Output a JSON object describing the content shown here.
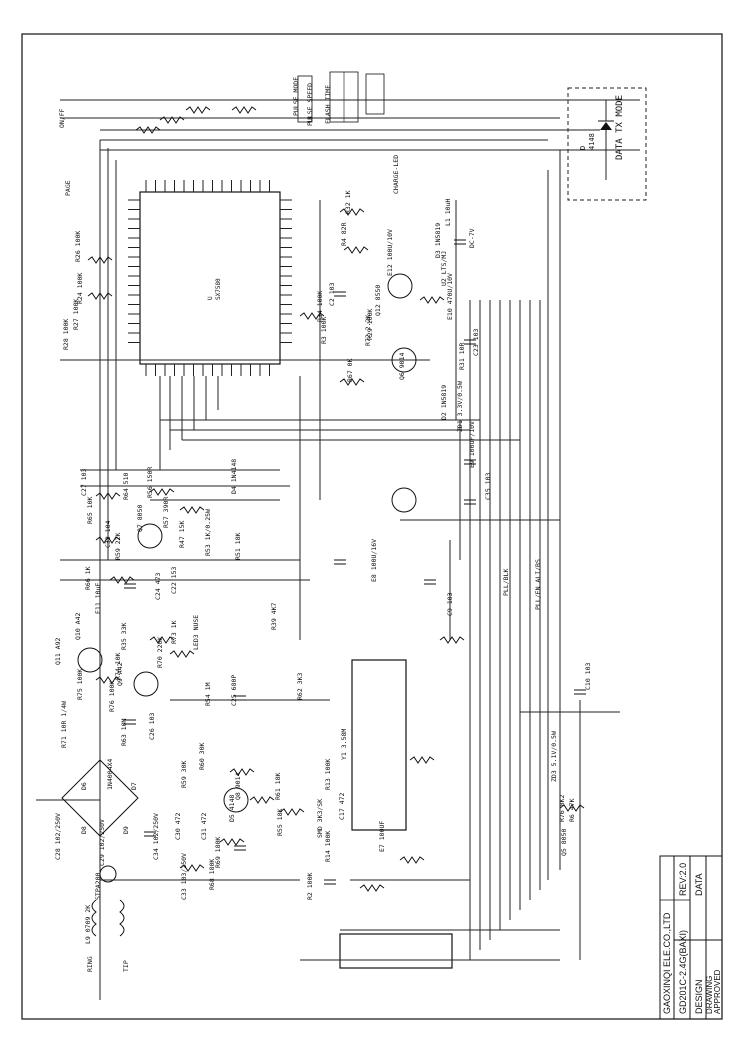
{
  "title_block": {
    "company": "GAOXINQI ELE.CO.,LTD",
    "model": "GD201C-2.4G(BAXI)",
    "rev": "REV:2.0",
    "design": "DESIGN",
    "data": "DATA",
    "drawing": "DRAWING",
    "approved": "APPROVED"
  },
  "data_tx_mode_box": {
    "label": "DATA TX MODE",
    "diode_ref": "D",
    "diode_part": "4148"
  },
  "main_ic": {
    "ref": "U",
    "part": "SX7580"
  },
  "labels": [
    {
      "t": "R28 100K"
    },
    {
      "t": "R27 100K"
    },
    {
      "t": "R26 100K"
    },
    {
      "t": "R24 100K"
    },
    {
      "t": "R65 10K"
    },
    {
      "t": "C27 103"
    },
    {
      "t": "R64 510"
    },
    {
      "t": "R56 150R"
    },
    {
      "t": "D4 1N4148"
    },
    {
      "t": "Q7 8050"
    },
    {
      "t": "R57 390R"
    },
    {
      "t": "C32 104"
    },
    {
      "t": "R53 1K/0.25W"
    },
    {
      "t": "R59 22K"
    },
    {
      "t": "R47 15K"
    },
    {
      "t": "R51 18K"
    },
    {
      "t": "R66 1K"
    },
    {
      "t": "E11 10uF"
    },
    {
      "t": "C24 473"
    },
    {
      "t": "C22 153"
    },
    {
      "t": "Q11 A92"
    },
    {
      "t": "Q10 A42"
    },
    {
      "t": "R35 33K"
    },
    {
      "t": "R73 1K"
    },
    {
      "t": "LED3 NUSE"
    },
    {
      "t": "R74 10K"
    },
    {
      "t": "R70 220K"
    },
    {
      "t": "R75 100K"
    },
    {
      "t": "R76 100K"
    },
    {
      "t": "Q9 A42"
    },
    {
      "t": "R54 1M"
    },
    {
      "t": "C25 680P"
    },
    {
      "t": "R71 10R 1/4W"
    },
    {
      "t": "R63 10M"
    },
    {
      "t": "C26 103"
    },
    {
      "t": "D6"
    },
    {
      "t": "D7"
    },
    {
      "t": "D8"
    },
    {
      "t": "D9"
    },
    {
      "t": "1N4004X4"
    },
    {
      "t": "C28 102/250V"
    },
    {
      "t": "C29 102/250V"
    },
    {
      "t": "C34 102/250V"
    },
    {
      "t": "STPA200"
    },
    {
      "t": "L9 0709 2K"
    },
    {
      "t": "RING"
    },
    {
      "t": "TIP"
    },
    {
      "t": "C33 103/250V"
    },
    {
      "t": "C30 472"
    },
    {
      "t": "C31 472"
    },
    {
      "t": "R60 30K"
    },
    {
      "t": "R59 30K"
    },
    {
      "t": "R69 180K"
    },
    {
      "t": "R68 180K"
    },
    {
      "t": "Q8 9014"
    },
    {
      "t": "R61 18K"
    },
    {
      "t": "R55 18K"
    },
    {
      "t": "D5 4148"
    },
    {
      "t": "R62 3K3"
    },
    {
      "t": "R39 4K7"
    },
    {
      "t": "CHARGE-LED"
    },
    {
      "t": "R32 1K"
    },
    {
      "t": "R4 82R"
    },
    {
      "t": "E12 100U/10V"
    },
    {
      "t": "Q12 8550"
    },
    {
      "t": "R29 100K"
    },
    {
      "t": "R34 100K"
    },
    {
      "t": "R72 2.2K"
    },
    {
      "t": "C2 103"
    },
    {
      "t": "R3 100K"
    },
    {
      "t": "R67 0K"
    },
    {
      "t": "Q6 9014"
    },
    {
      "t": "L1 10uH"
    },
    {
      "t": "D3 1N5819"
    },
    {
      "t": "U2 LTS/MJ"
    },
    {
      "t": "E10 470U/10V"
    },
    {
      "t": "R31 10R"
    },
    {
      "t": "C23 103"
    },
    {
      "t": "DC-7V"
    },
    {
      "t": "D2 1N5819"
    },
    {
      "t": "ZD1 3.3V/0.5W"
    },
    {
      "t": "E9 100uF/10V"
    },
    {
      "t": "C35 103"
    },
    {
      "t": "E8 100U/16V"
    },
    {
      "t": "C9 103"
    },
    {
      "t": "C10 103"
    },
    {
      "t": "PLL/BLK"
    },
    {
      "t": "PLL/EN ALI/BS"
    },
    {
      "t": "SMD 3K3/SK"
    },
    {
      "t": "R14 100K"
    },
    {
      "t": "E7 100UF"
    },
    {
      "t": "C17 472"
    },
    {
      "t": "R13 100K"
    },
    {
      "t": "Y1 3.58M"
    },
    {
      "t": "Q5 8050"
    },
    {
      "t": "R2 100K"
    },
    {
      "t": "ZD3 5.1V/0.5W"
    },
    {
      "t": "R76 8K2"
    },
    {
      "t": "R6 47K"
    },
    {
      "t": "PULSE SPEED"
    },
    {
      "t": "FLASH TIME"
    },
    {
      "t": "PULSE MODE"
    },
    {
      "t": "ON/FF"
    },
    {
      "t": "PAGE"
    }
  ]
}
